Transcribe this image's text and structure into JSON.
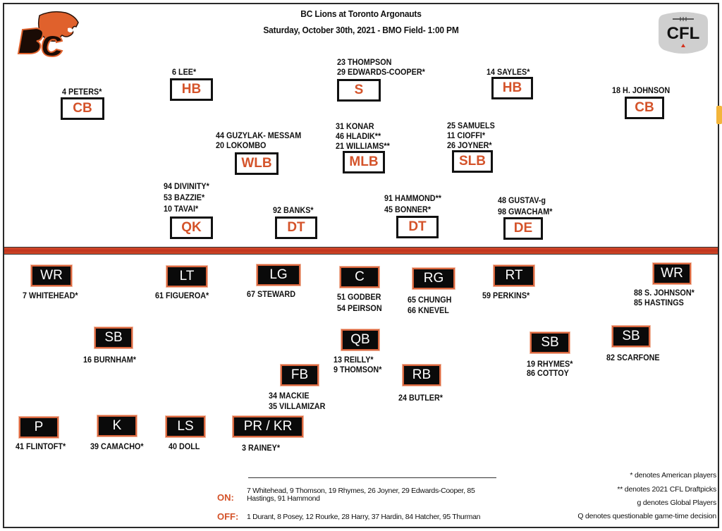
{
  "header": {
    "title": "BC  Lions at Toronto Argonauts",
    "subtitle": "Saturday,  October 30th, 2021 - BMO Field- 1:00 PM",
    "left_logo": "bc-lions-logo",
    "right_logo": "cfl-logo",
    "cfl_logo_text": "CFL"
  },
  "colors": {
    "accent_orange": "#d4532a",
    "divider_red": "#c0341e",
    "box_black": "#0a0a0a"
  },
  "defense": [
    {
      "position": "CB",
      "players": [
        "4 PETERS*"
      ]
    },
    {
      "position": "HB",
      "players": [
        "6 LEE*"
      ]
    },
    {
      "position": "S",
      "players": [
        "23 THOMPSON",
        "29 EDWARDS-COOPER*"
      ]
    },
    {
      "position": "HB",
      "players": [
        "14 SAYLES*"
      ]
    },
    {
      "position": "CB",
      "players": [
        "18 H. JOHNSON"
      ]
    },
    {
      "position": "WLB",
      "players": [
        "44 GUZYLAK- MESSAM",
        "20 LOKOMBO"
      ]
    },
    {
      "position": "MLB",
      "players": [
        "31 KONAR",
        "46 HLADIK**",
        "21 WILLIAMS**"
      ]
    },
    {
      "position": "SLB",
      "players": [
        "25 SAMUELS",
        "11 CIOFFI*",
        "26 JOYNER*"
      ]
    },
    {
      "position": "QK",
      "players": [
        "94 DIVINITY*",
        "53 BAZZIE*",
        "10 TAVAI*"
      ]
    },
    {
      "position": "DT",
      "players": [
        "92 BANKS*"
      ]
    },
    {
      "position": "DT",
      "players": [
        "91 HAMMOND**",
        "45 BONNER*"
      ]
    },
    {
      "position": "DE",
      "players": [
        "48 GUSTAV-g",
        "98 GWACHAM*"
      ]
    }
  ],
  "offense": [
    {
      "position": "WR",
      "players": [
        "7 WHITEHEAD*"
      ]
    },
    {
      "position": "LT",
      "players": [
        "61 FIGUEROA*"
      ]
    },
    {
      "position": "LG",
      "players": [
        "67 STEWARD"
      ]
    },
    {
      "position": "C",
      "players": [
        "51 GODBER",
        "54 PEIRSON"
      ]
    },
    {
      "position": "RG",
      "players": [
        "65 CHUNGH",
        "66 KNEVEL"
      ]
    },
    {
      "position": "RT",
      "players": [
        "59  PERKINS*"
      ]
    },
    {
      "position": "WR",
      "players": [
        "88  S. JOHNSON*",
        "85 HASTINGS"
      ]
    },
    {
      "position": "SB",
      "players": [
        "16  BURNHAM*"
      ]
    },
    {
      "position": "QB",
      "players": [
        "13 REILLY*",
        "9 THOMSON*"
      ]
    },
    {
      "position": "FB",
      "players": [
        "34  MACKIE",
        "35 VILLAMIZAR"
      ]
    },
    {
      "position": "RB",
      "players": [
        "24 BUTLER*"
      ]
    },
    {
      "position": "SB",
      "players": [
        "19 RHYMES*",
        "86 COTTOY"
      ]
    },
    {
      "position": "SB",
      "players": [
        "82  SCARFONE"
      ]
    }
  ],
  "special_teams": [
    {
      "position": "P",
      "players": [
        "41 FLINTOFT*"
      ]
    },
    {
      "position": "K",
      "players": [
        "39  CAMACHO*"
      ]
    },
    {
      "position": "LS",
      "players": [
        "40  DOLL"
      ]
    },
    {
      "position": "PR / KR",
      "players": [
        "3  RAINEY*"
      ]
    }
  ],
  "roster_moves": {
    "on_label": "ON:",
    "on_text": "7 Whitehead, 9 Thomson, 19 Rhymes, 26 Joyner, 29 Edwards-Cooper, 85 Hastings, 91 Hammond",
    "off_label": "OFF:",
    "off_text": "1 Durant, 8 Posey, 12 Rourke, 28 Harry, 37 Hardin, 84 Hatcher, 95 Thurman"
  },
  "legend": [
    "* denotes American players",
    "** denotes 2021 CFL Draftpicks",
    "g denotes Global Players",
    "Q denotes questionable game-time decision"
  ]
}
